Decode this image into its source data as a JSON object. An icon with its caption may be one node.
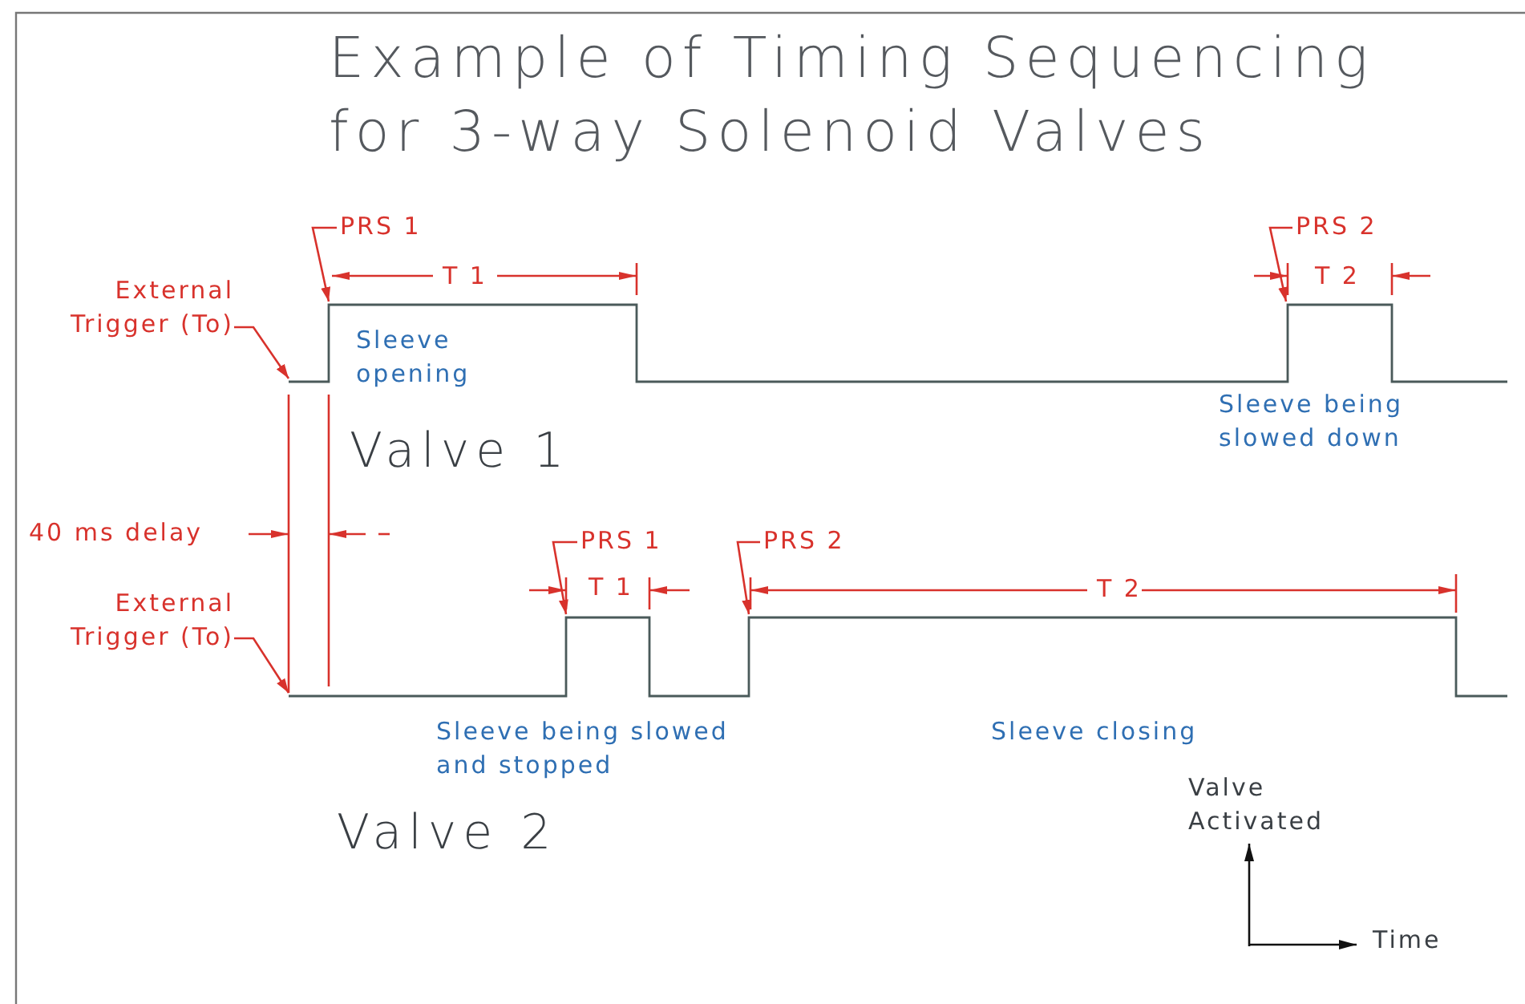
{
  "diagram": {
    "title": "Example of Timing Sequencing for 3-way Solenoid Valves",
    "nodes": [
      {
        "text": [
          "External Trigger (To)"
        ]
      },
      {
        "text": [
          "PRS 1"
        ]
      },
      {
        "text": [
          "PRS 2"
        ]
      },
      {
        "text": [
          "External Trigger (To)"
        ]
      },
      {
        "text": [
          "PRS 1"
        ]
      },
      {
        "text": [
          "PRS 2"
        ]
      }
    ],
    "edges": [
      {
        "from": 0,
        "to": null,
        "arrow": "to"
      },
      {
        "from": 1,
        "to": null,
        "arrow": "to"
      },
      {
        "from": 2,
        "to": null,
        "arrow": "to"
      },
      {
        "from": 3,
        "to": null,
        "arrow": "to"
      },
      {
        "from": 4,
        "to": null,
        "arrow": "to"
      },
      {
        "from": 5,
        "to": null,
        "arrow": "to"
      }
    ],
    "labels": [
      "T 1",
      "T 2",
      "Sleeve opening",
      "Sleeve being slowed down",
      "Valve 1",
      "40 ms delay",
      "T 1",
      "T 2",
      "Sleeve being slowed and stopped",
      "Sleeve closing",
      "Valve Activated",
      "Valve 2",
      "Time"
    ]
  }
}
